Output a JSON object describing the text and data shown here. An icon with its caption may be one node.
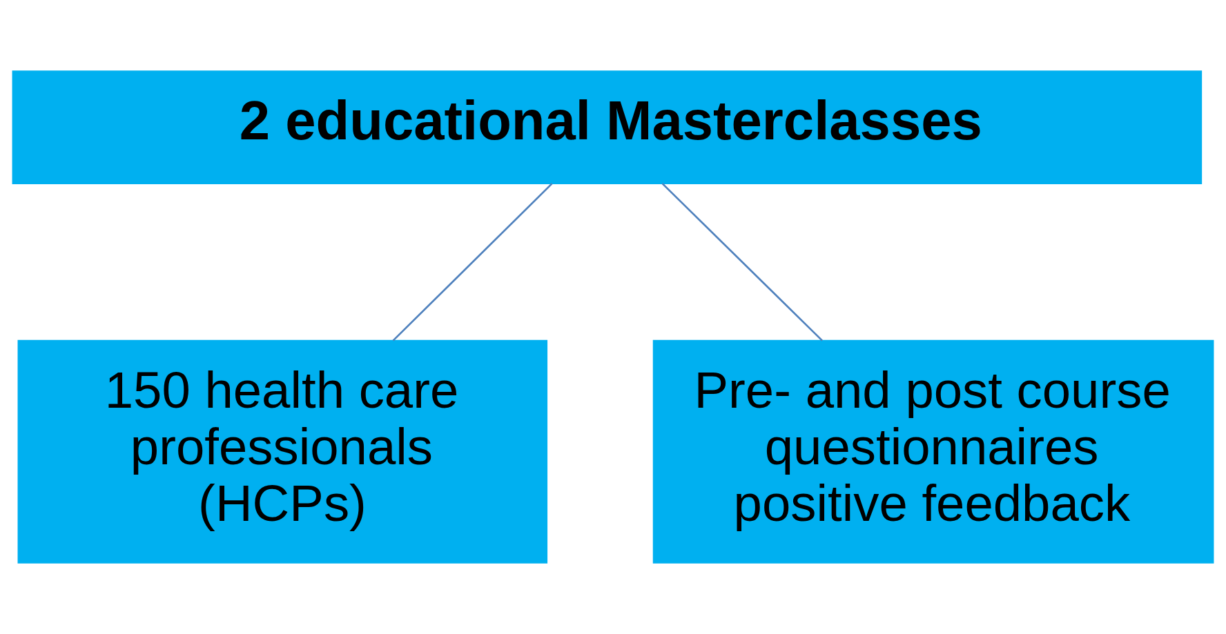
{
  "diagram": {
    "nodes": [
      {
        "text": [
          "2 educational Masterclasses"
        ]
      },
      {
        "text": [
          "150 health care professionals (HCPs)"
        ]
      },
      {
        "text": [
          "Pre- and post course questionnaires positive feedback"
        ]
      }
    ],
    "edges": [
      {
        "from": 0,
        "to": 1,
        "arrow": "none"
      },
      {
        "from": 0,
        "to": 2,
        "arrow": "none"
      }
    ]
  }
}
